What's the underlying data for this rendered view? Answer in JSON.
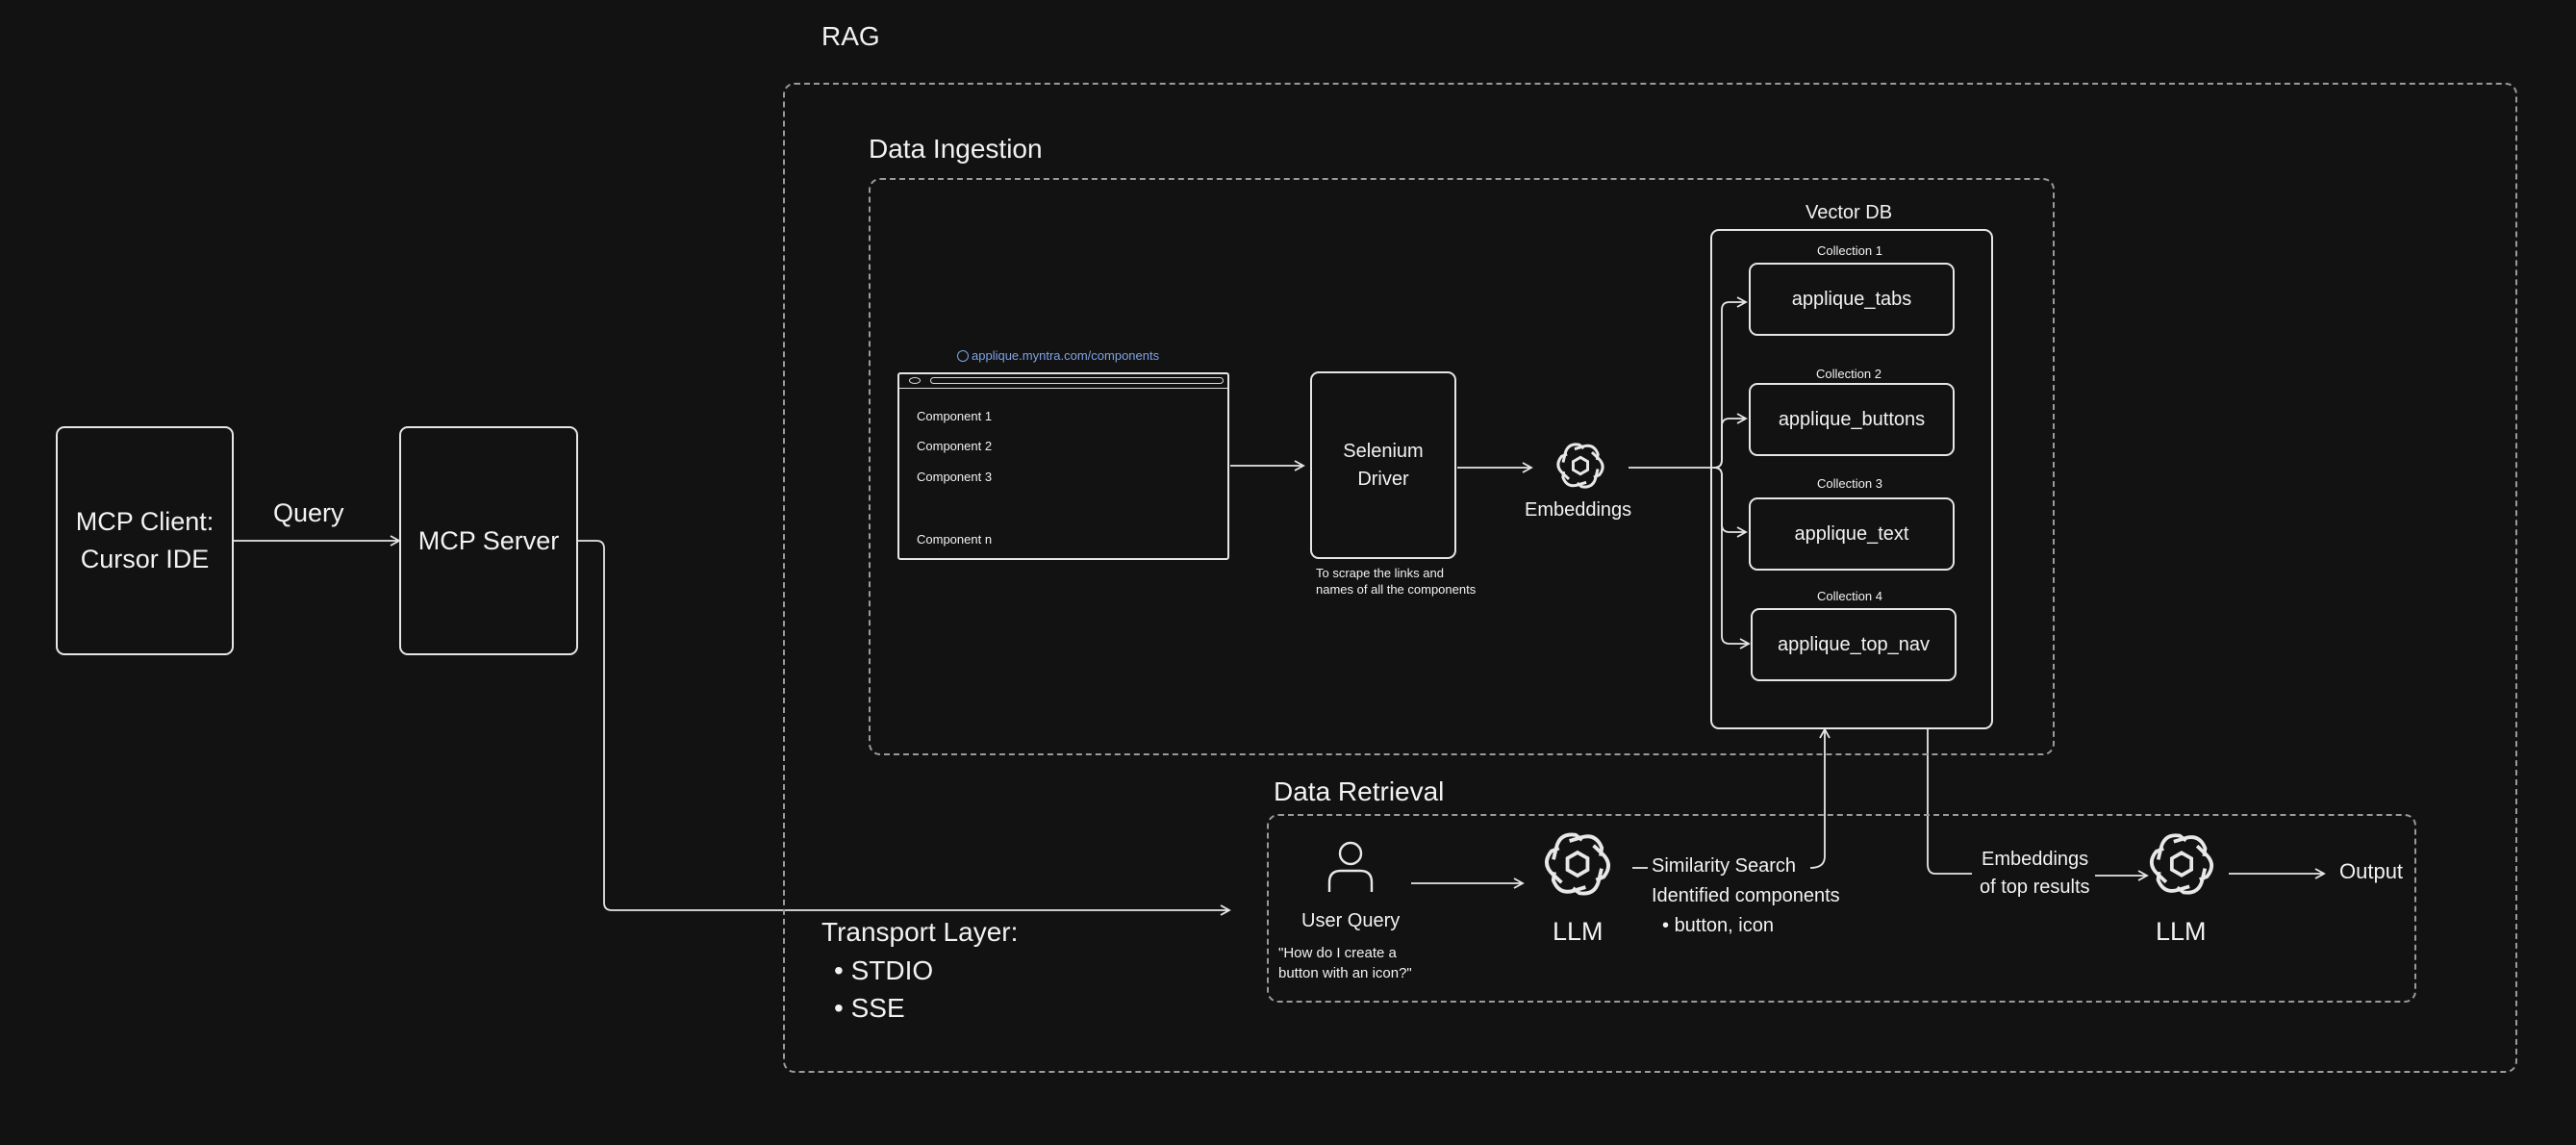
{
  "rag": {
    "title": "RAG"
  },
  "ingestion": {
    "title": "Data Ingestion",
    "browser": {
      "url": "applique.myntra.com/components",
      "items": [
        "Component 1",
        "Component 2",
        "Component 3",
        "Component n"
      ]
    },
    "selenium": {
      "line1": "Selenium",
      "line2": "Driver",
      "note1": "To scrape the links and",
      "note2": "names of all the components"
    },
    "embeddings": {
      "label": "Embeddings"
    },
    "vector_db": {
      "title": "Vector DB",
      "collections": [
        {
          "caption": "Collection 1",
          "name": "applique_tabs"
        },
        {
          "caption": "Collection 2",
          "name": "applique_buttons"
        },
        {
          "caption": "Collection 3",
          "name": "applique_text"
        },
        {
          "caption": "Collection 4",
          "name": "applique_top_nav"
        }
      ]
    }
  },
  "client": {
    "line1": "MCP Client:",
    "line2": "Cursor IDE"
  },
  "query_label": "Query",
  "server": {
    "label": "MCP Server"
  },
  "transport": {
    "title": "Transport Layer:",
    "items": [
      "STDIO",
      "SSE"
    ]
  },
  "retrieval": {
    "title": "Data Retrieval",
    "user_query": {
      "label": "User Query",
      "quote1": "\"How do I create a",
      "quote2": "button with an icon?\""
    },
    "llm1": "LLM",
    "similarity": "Similarity Search",
    "identified": "Identified components",
    "identified_item": "button, icon",
    "embeddings_top1": "Embeddings",
    "embeddings_top2": "of top results",
    "llm2": "LLM",
    "output": "Output"
  }
}
